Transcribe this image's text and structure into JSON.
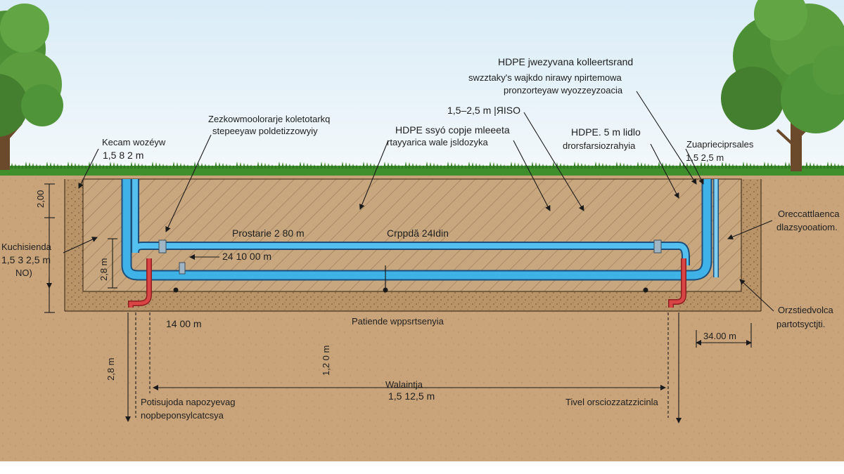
{
  "labels": {
    "top_left": {
      "line1": "Kecam wozéyw",
      "line2": "1,5 8 2 m"
    },
    "top_center_left": {
      "line1": "Zezkowmoolorarje koletotarkq",
      "line2": "stepeeyaw poldetizzowyiy"
    },
    "top_center": {
      "line1": "HDPE ssyó copje mleeeta",
      "line2": "rtayyarica wale jsldozyka"
    },
    "depth_iso": "1,5–2,5 m |ЯISO",
    "top_right": {
      "line1": "HDPE jwezyvana kolleertsrand",
      "line2": "swzztaky's wajkdo nirawy npirtemowa",
      "line3": "pronzorteyaw wyozzeyzoacia"
    },
    "right_mid": {
      "line1": "HDPE. 5 m lidlo",
      "line2": "drorsfarsiozrahyia"
    },
    "far_right": {
      "line1": "Zuaprieciprsales",
      "line2": "1,5 2,5 m"
    },
    "right_side_top": {
      "line1": "Oreccattlaenca",
      "line2": "dlazsyooatiom."
    },
    "right_side_bottom": {
      "line1": "Orzstiedvolca",
      "line2": "partotsyctjti."
    },
    "dim_right": "34.00 m",
    "left_side": {
      "line1": "Kuchisienda",
      "line2": "1,5 3 2,5 m",
      "line3": "NO)"
    },
    "pipe_upper_left": "Prostarie 2 80 m",
    "pipe_upper_right": "Crppdă 24Idin",
    "pipe_offset": "24 10 00 m",
    "dim_below_left": "14 00 m",
    "bedding": "Patiende wppsrtsenyia",
    "width_line1": "Walaintja",
    "width_line2": "1,5 12,5 m",
    "bottom_left": {
      "line1": "Potisujoda napozyevag",
      "line2": "nopbeponsylcatcsya"
    },
    "bottom_right": "Tivel orsciozzatzzicinla",
    "depth_top_left": "2,00",
    "depth_inner_left": "2,8 m",
    "depth_below_left": "2,8 m",
    "depth_below_mid": "1,2 0 m"
  },
  "colors": {
    "sky": "#d9ecf7",
    "grass": "#3f8f2c",
    "soil": "#c9a47a",
    "pipe_main": "#3fb3e8",
    "pipe_service": "#d94545"
  }
}
